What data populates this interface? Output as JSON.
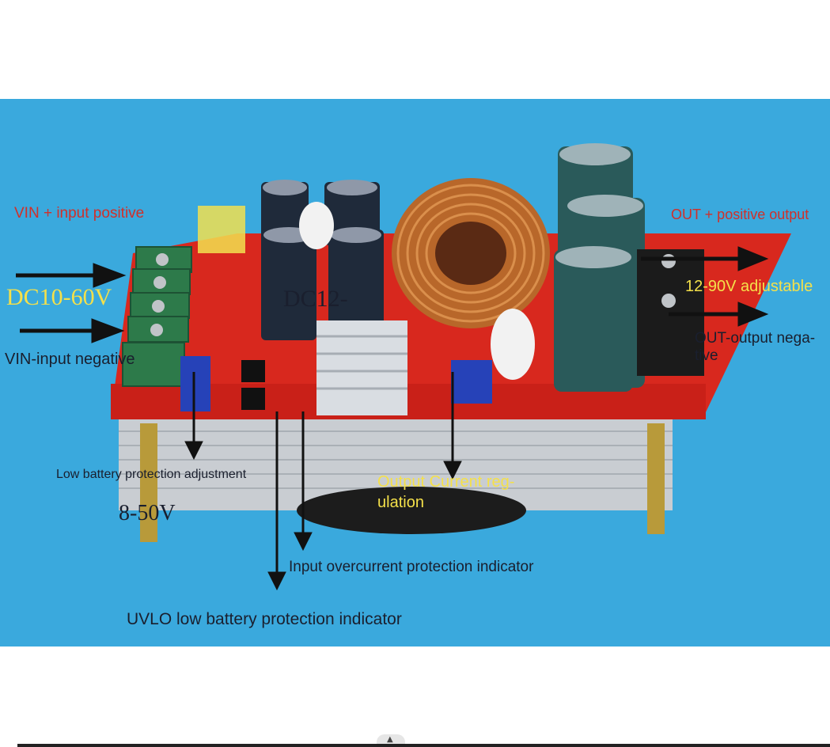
{
  "labels": {
    "vin_pos": "VIN + input positive",
    "dc_input": "DC10-60V",
    "vin_neg": "VIN-input negative",
    "dc12": "DC12-",
    "out_pos": "OUT + positive output",
    "adjustable": "12-90V adjustable",
    "out_neg_1": "OUT-output nega-",
    "out_neg_2": "tive",
    "low_batt_adj": "Low battery protection adjustment",
    "range_850": "8-50V",
    "out_current_1": "Output Current reg-",
    "out_current_2": "ulation",
    "input_oc": "Input overcurrent protection indicator",
    "uvlo": "UVLO low battery protection indicator"
  },
  "scroll_icon": "caret-up-icon"
}
